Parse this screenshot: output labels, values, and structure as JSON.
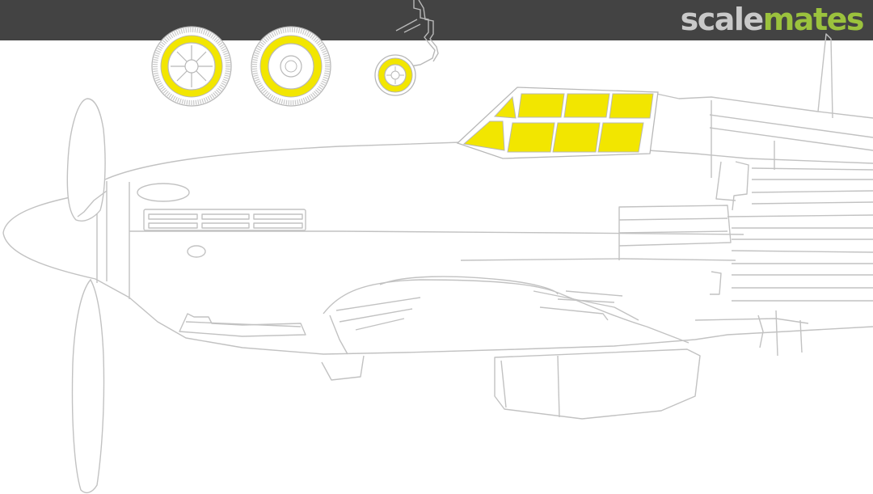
{
  "logo": {
    "part1": "scale",
    "part2": "mates",
    "text_color_1": "#c9c9c9",
    "text_color_2": "#9bc23d"
  },
  "colors": {
    "header_bar": "#434343",
    "mask_yellow": "#f2e600",
    "outline": "#b8b8b8",
    "background": "#ffffff"
  },
  "drawing": {
    "subject": "aircraft-outline",
    "mask_parts": [
      "main-wheel-1",
      "main-wheel-2",
      "tail-wheel",
      "canopy-frames"
    ]
  }
}
